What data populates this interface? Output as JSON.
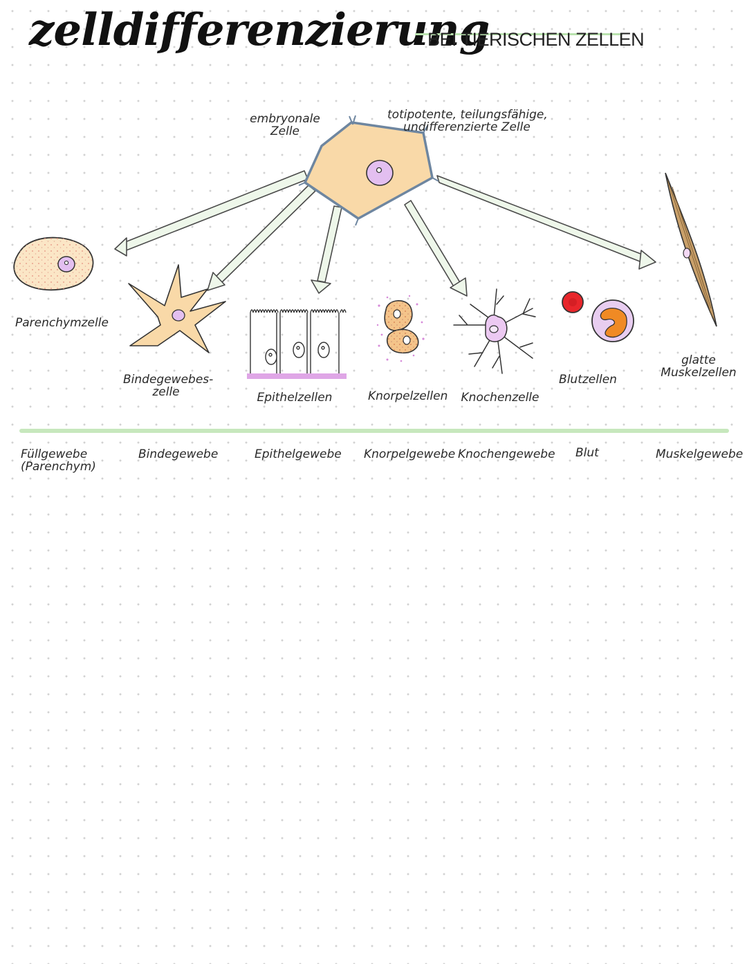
{
  "title": "zelldifferenzierung",
  "subtitle": "BEI TIERISCHEN ZELLEN",
  "stem_cell": {
    "label": "embryonale\nZelle",
    "description": "totipotente, teilungsfähige,\nundifferenzierte Zelle"
  },
  "cell_types": [
    {
      "label": "Parenchymzelle",
      "tissue": "Füllgewebe\n(Parenchym)"
    },
    {
      "label": "Bindegewebes-\nzelle",
      "tissue": "Bindegewebe"
    },
    {
      "label": "Epithelzellen",
      "tissue": "Epithelgewebe"
    },
    {
      "label": "Knorpelzellen",
      "tissue": "Knorpelgewebe"
    },
    {
      "label": "Knochenzelle",
      "tissue": "Knochengewebe"
    },
    {
      "label": "Blutzellen",
      "tissue": "Blut"
    },
    {
      "label": "glatte\nMuskelzellen",
      "tissue": "Muskelgewebe"
    }
  ],
  "colors": {
    "cell_fill": "#f9d9a8",
    "nucleus": "#e3bff0",
    "arrow": "#eef7ea",
    "highlight": "#c7e8bd",
    "red_blood_cell": "#e8262b",
    "granulocyte_nucleus": "#f08a24",
    "muscle": "#c9a06a"
  }
}
